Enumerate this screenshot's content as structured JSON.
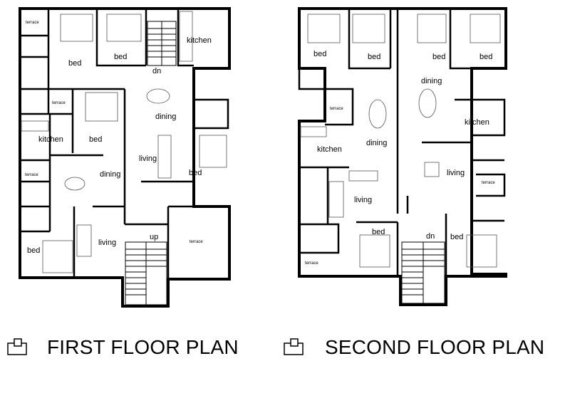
{
  "first_floor": {
    "title": "FIRST FLOOR PLAN",
    "labels": {
      "terrace_a": "terrace",
      "bed_a": "bed",
      "bed_b": "bed",
      "dn": "dn",
      "kitchen_a": "kitchen",
      "terrace_b": "terrace",
      "dining_a": "dining",
      "kitchen_b": "kitchen",
      "bed_c": "bed",
      "living_a": "living",
      "bed_d": "bed",
      "terrace_c": "terrace",
      "dining_b": "dining",
      "up": "up",
      "terrace_d": "terrace",
      "bed_e": "bed",
      "living_b": "living"
    }
  },
  "second_floor": {
    "title": "SECOND FLOOR PLAN",
    "labels": {
      "bed_a": "bed",
      "bed_b": "bed",
      "bed_c": "bed",
      "bed_d": "bed",
      "dining_a": "dining",
      "terrace_a": "terrace",
      "kitchen_a": "kitchen",
      "kitchen_b": "kitchen",
      "dining_b": "dining",
      "living_a": "living",
      "terrace_b": "terrace",
      "living_b": "living",
      "bed_e": "bed",
      "dn": "dn",
      "bed_f": "bed",
      "terrace_c": "terrace"
    }
  }
}
